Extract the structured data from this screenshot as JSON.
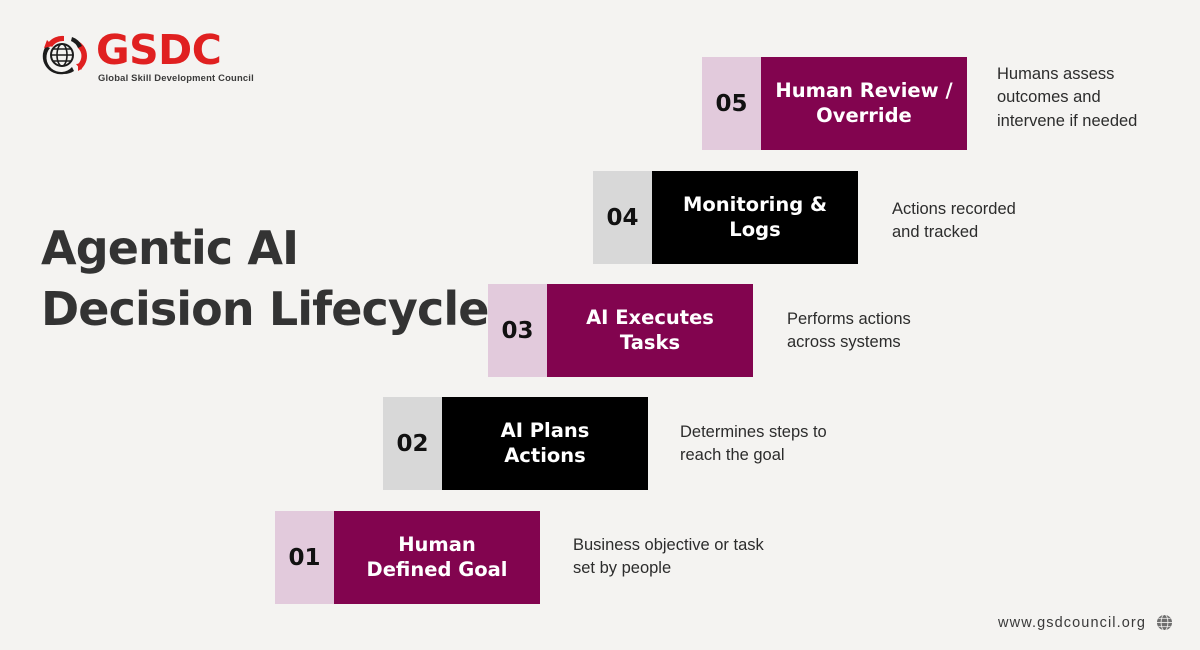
{
  "background_color": "#f4f3f1",
  "logo": {
    "word": "GSDC",
    "subtitle": "Global Skill Development Council",
    "mark_icon": "globe-swoosh-icon",
    "word_color": "#e02020",
    "subtitle_color": "#3a3a3a"
  },
  "title": "Agentic AI\nDecision Lifecycle",
  "title_color": "#333333",
  "steps": [
    {
      "number": "01",
      "label": "Human\nDefined Goal",
      "description": "Business objective or task\nset by people",
      "theme": "magenta",
      "num_bg": "#e2cadc",
      "body_bg": "#82044f"
    },
    {
      "number": "02",
      "label": "AI Plans\nActions",
      "description": "Determines steps to\nreach the goal",
      "theme": "dark",
      "num_bg": "#d8d8d8",
      "body_bg": "#000000"
    },
    {
      "number": "03",
      "label": "AI Executes\nTasks",
      "description": "Performs actions\nacross systems",
      "theme": "magenta",
      "num_bg": "#e2cadc",
      "body_bg": "#82044f"
    },
    {
      "number": "04",
      "label": "Monitoring &\nLogs",
      "description": "Actions recorded\nand tracked",
      "theme": "dark",
      "num_bg": "#d8d8d8",
      "body_bg": "#000000"
    },
    {
      "number": "05",
      "label": "Human Review /\nOverride",
      "description": "Humans assess\noutcomes and\nintervene if needed",
      "theme": "magenta",
      "num_bg": "#e2cadc",
      "body_bg": "#82044f"
    }
  ],
  "footer": {
    "url": "www.gsdcouncil.org",
    "globe_icon": "globe-icon"
  }
}
